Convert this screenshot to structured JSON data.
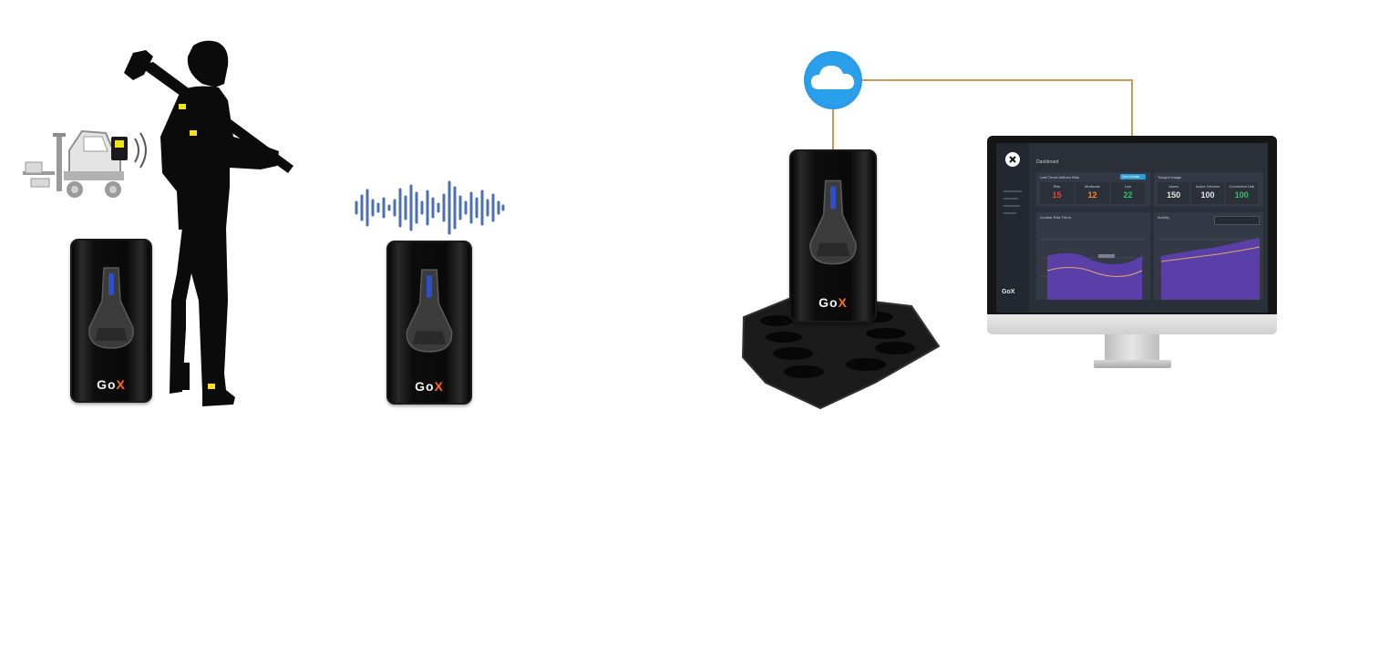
{
  "devices": {
    "brand_prefix": "Go",
    "brand_x": "X",
    "brand_suffix": "X"
  },
  "dashboard": {
    "title": "Dashboard",
    "section_left": "Last Three Defined Risk",
    "section_right": "Today's Usage",
    "button": "View Details",
    "kpis_left": [
      {
        "label": "Risk",
        "value": "15",
        "color": "#e2463b"
      },
      {
        "label": "Moderate",
        "value": "12",
        "color": "#f08a2c"
      },
      {
        "label": "Low",
        "value": "22",
        "color": "#33c36a"
      }
    ],
    "kpis_right": [
      {
        "label": "Users",
        "value": "150",
        "color": "#e6e6e6"
      },
      {
        "label": "Active Devices",
        "value": "100",
        "color": "#e6e6e6"
      },
      {
        "label": "Connected Hub",
        "value": "100",
        "color": "#33c36a"
      }
    ],
    "chart_left_title": "Lumbar Risk Trend",
    "chart_right_title": "Activity",
    "logo": "GoX"
  }
}
